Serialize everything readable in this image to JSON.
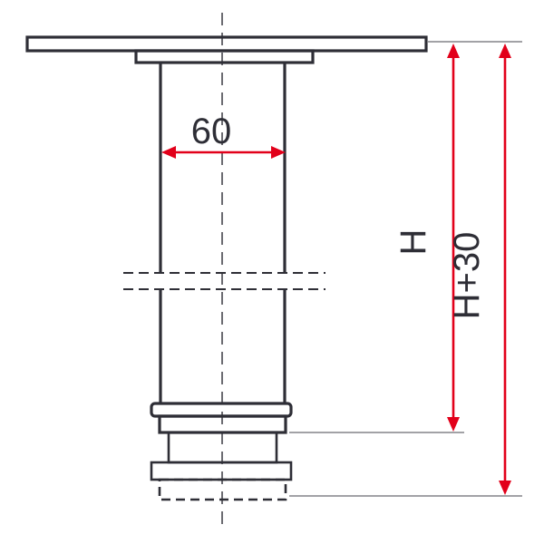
{
  "diagram": {
    "labels": {
      "width": "60",
      "height": "H",
      "total_height": "H+30"
    },
    "colors": {
      "outline": "#2e2e36",
      "dimension": "#e2001a",
      "extension": "#6a6a72",
      "background": "#ffffff"
    }
  }
}
